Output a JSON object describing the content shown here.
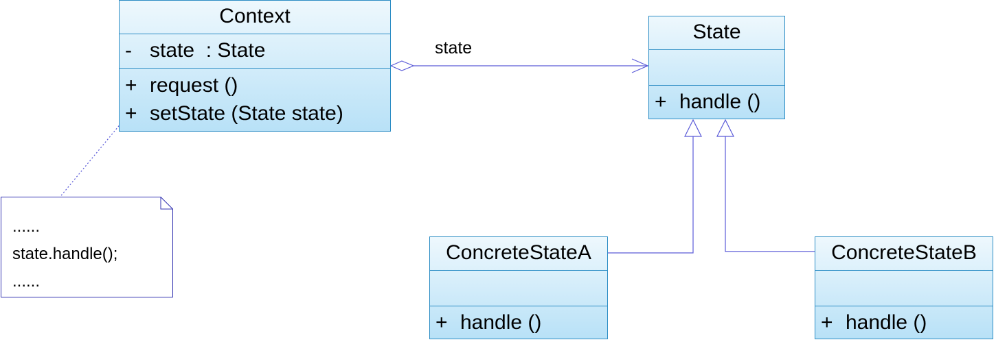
{
  "classes": {
    "context": {
      "name": "Context",
      "attributes": [
        {
          "vis": "-",
          "text": "state  : State"
        }
      ],
      "operations": [
        {
          "vis": "+",
          "text": "request ()"
        },
        {
          "vis": "+",
          "text": "setState (State state)"
        }
      ]
    },
    "state": {
      "name": "State",
      "operations": [
        {
          "vis": "+",
          "text": "handle ()"
        }
      ]
    },
    "concrete_a": {
      "name": "ConcreteStateA",
      "operations": [
        {
          "vis": "+",
          "text": "handle ()"
        }
      ]
    },
    "concrete_b": {
      "name": "ConcreteStateB",
      "operations": [
        {
          "vis": "+",
          "text": "handle ()"
        }
      ]
    }
  },
  "association_label": "state",
  "note": {
    "lines": [
      "......",
      "state.handle();",
      "......"
    ]
  },
  "colors": {
    "border": "#2b8cc4",
    "connector": "#5a5ad8",
    "fill_top": "#eef8fd",
    "fill_bottom": "#b8e1f7"
  }
}
